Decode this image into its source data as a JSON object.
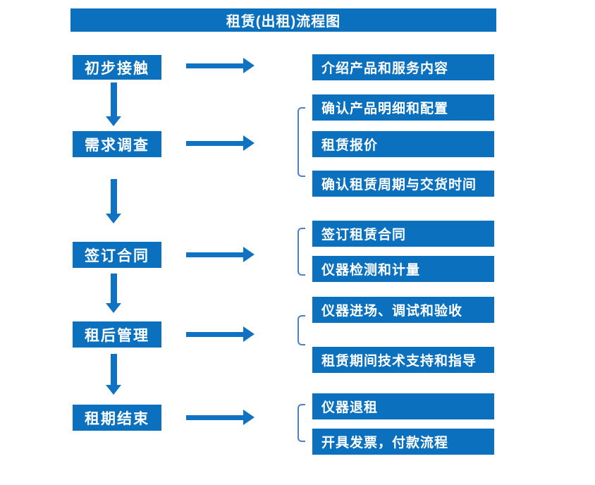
{
  "title": "租赁(出租)流程图",
  "colors": {
    "box_blue": "#0b70bd",
    "arrow_blue": "#0f72c2",
    "bracket_blue": "#4f7fc5",
    "text_white": "#ffffff",
    "background": "#ffffff"
  },
  "steps": [
    {
      "label": "初步接触",
      "details": [
        "介绍产品和服务内容"
      ]
    },
    {
      "label": "需求调查",
      "details": [
        "确认产品明细和配置",
        "租赁报价",
        "确认租赁周期与交货时间"
      ]
    },
    {
      "label": "签订合同",
      "details": [
        "签订租赁合同",
        "仪器检测和计量"
      ]
    },
    {
      "label": "租后管理",
      "details": [
        "仪器进场、调试和验收",
        "租赁期间技术支持和指导"
      ]
    },
    {
      "label": "租期结束",
      "details": [
        "仪器退租",
        "开具发票，付款流程"
      ]
    }
  ]
}
